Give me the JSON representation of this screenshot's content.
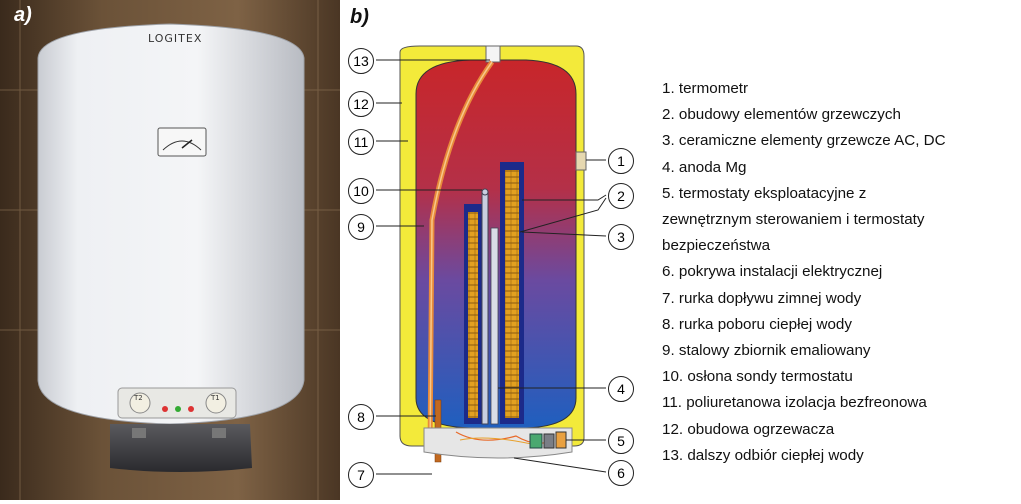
{
  "panels": {
    "a_label": "a)",
    "b_label": "b)"
  },
  "photo": {
    "brand": "LOGITEX",
    "panel_labels": [
      "T2",
      "T1"
    ]
  },
  "diagram": {
    "callouts": [
      "13",
      "12",
      "11",
      "10",
      "9",
      "8",
      "7",
      "1",
      "2",
      "3",
      "4",
      "5",
      "6"
    ]
  },
  "legend": {
    "items": [
      "1. termometr",
      "2. obudowy elementów grzewczych",
      "3. ceramiczne elementy grzewcze AC, DC",
      "4. anoda Mg",
      "5. termostaty eksploatacyjne z",
      "zewnętrznym sterowaniem i termostaty",
      "bezpieczeństwa",
      "6. pokrywa instalacji elektrycznej",
      "7. rurka dopływu zimnej wody",
      "8. rurka poboru ciepłej wody",
      "9. stalowy zbiornik emaliowany",
      "10. osłona sondy termostatu",
      "11. poliuretanowa izolacja bezfreonowa",
      "12. obudowa ogrzewacza",
      "13. dalszy odbiór ciepłej wody"
    ]
  },
  "colors": {
    "tank_hot": "#c8262a",
    "tank_cold": "#1f5fbf",
    "insulation": "#f3ea3a",
    "element_gold": "#e2a020"
  }
}
